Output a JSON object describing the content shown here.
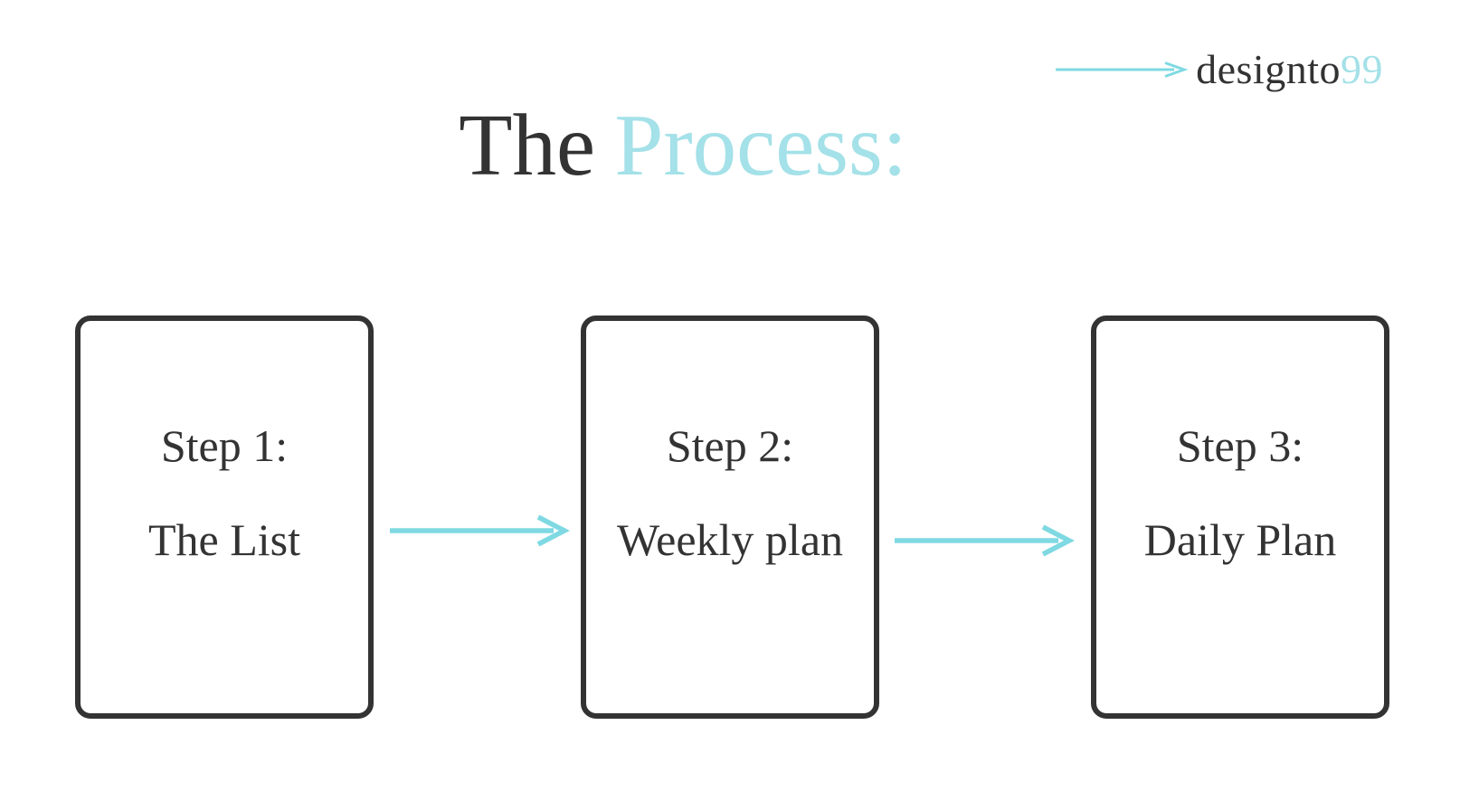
{
  "colors": {
    "background": "#FFFFFF",
    "dark": "#333333",
    "cyan": "#7FD9E2",
    "cyan_light": "#A4E1E8"
  },
  "logo": {
    "arrow_icon": "right-arrow-icon",
    "name_dark": "designto",
    "name_accent": "99"
  },
  "title": {
    "dark": "The",
    "accent": "Process:"
  },
  "flow": {
    "connector_icon": "right-arrow-icon",
    "steps": [
      {
        "label": "Step 1:",
        "name": "The List"
      },
      {
        "label": "Step 2:",
        "name": "Weekly plan"
      },
      {
        "label": "Step 3:",
        "name": "Daily Plan"
      }
    ]
  }
}
